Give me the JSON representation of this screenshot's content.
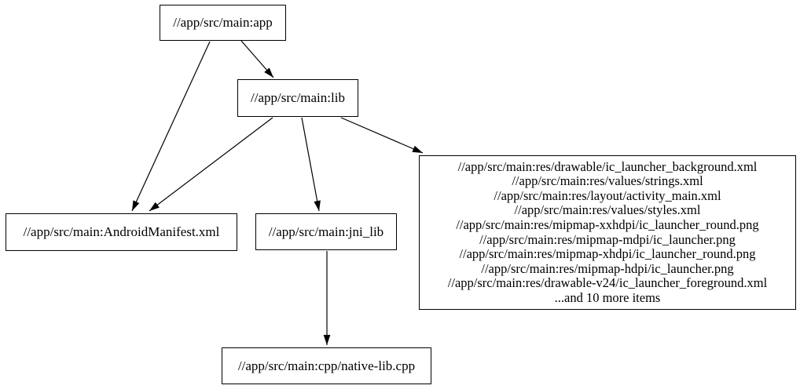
{
  "diagram": {
    "type": "dependency-graph",
    "nodes": {
      "app": {
        "label": "//app/src/main:app"
      },
      "lib": {
        "label": "//app/src/main:lib"
      },
      "android_manifest": {
        "label": "//app/src/main:AndroidManifest.xml"
      },
      "jni_lib": {
        "label": "//app/src/main:jni_lib"
      },
      "res_group": {
        "lines": [
          "//app/src/main:res/drawable/ic_launcher_background.xml",
          "//app/src/main:res/values/strings.xml",
          "//app/src/main:res/layout/activity_main.xml",
          "//app/src/main:res/values/styles.xml",
          "//app/src/main:res/mipmap-xxhdpi/ic_launcher_round.png",
          "//app/src/main:res/mipmap-mdpi/ic_launcher.png",
          "//app/src/main:res/mipmap-xhdpi/ic_launcher_round.png",
          "//app/src/main:res/mipmap-hdpi/ic_launcher.png",
          "//app/src/main:res/drawable-v24/ic_launcher_foreground.xml",
          "...and 10 more items"
        ]
      },
      "native_lib": {
        "label": "//app/src/main:cpp/native-lib.cpp"
      }
    },
    "edges": [
      {
        "from": "app",
        "to": "lib"
      },
      {
        "from": "app",
        "to": "android_manifest"
      },
      {
        "from": "lib",
        "to": "android_manifest"
      },
      {
        "from": "lib",
        "to": "jni_lib"
      },
      {
        "from": "lib",
        "to": "res_group"
      },
      {
        "from": "jni_lib",
        "to": "native_lib"
      }
    ],
    "colors": {
      "background": "#ffffff",
      "node_border": "#000000",
      "edge": "#000000",
      "text": "#000000"
    }
  }
}
